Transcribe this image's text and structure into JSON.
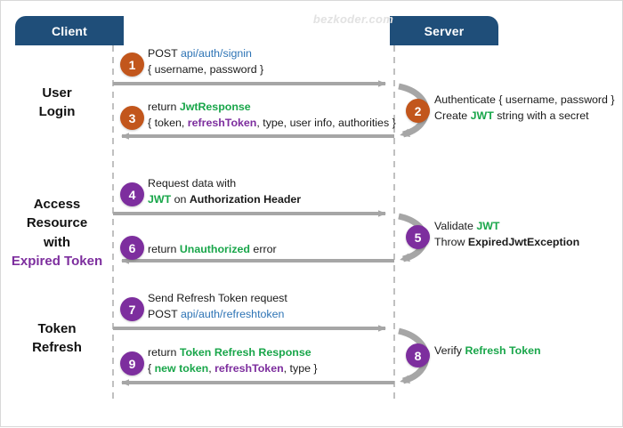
{
  "watermark": "bezkoder.com",
  "colors": {
    "header_bg": "#1F4E79",
    "orange_badge": "#C2561C",
    "purple_badge": "#7D2E9E",
    "green_text": "#19A64A",
    "purple_text": "#7D2E9E",
    "link_blue": "#2E74B5",
    "arrow_gray": "#A6A6A6"
  },
  "lifelines": {
    "client": {
      "label": "Client"
    },
    "server": {
      "label": "Server"
    }
  },
  "phases": [
    {
      "id": "user-login",
      "line1": "User",
      "line2": "Login",
      "line3": "",
      "line4": ""
    },
    {
      "id": "access-resource",
      "line1": "Access",
      "line2": "Resource",
      "line3": "with",
      "line4": "Expired Token"
    },
    {
      "id": "token-refresh",
      "line1": "Token",
      "line2": "Refresh",
      "line3": "",
      "line4": ""
    }
  ],
  "steps": [
    {
      "number": "1",
      "color": "orange",
      "side": "client",
      "line1": {
        "a": "POST ",
        "b": "api/auth/signin",
        "b_style": "link"
      },
      "line2": {
        "a": "{ username, password }"
      }
    },
    {
      "number": "2",
      "color": "orange",
      "side": "server",
      "line1": {
        "a": "Authenticate { username, password }"
      },
      "line2": {
        "a": "Create ",
        "b": "JWT",
        "b_style": "green",
        "c": " string with a secret"
      }
    },
    {
      "number": "3",
      "color": "orange",
      "side": "client",
      "line1": {
        "a": "return ",
        "b": "JwtResponse",
        "b_style": "green"
      },
      "line2": {
        "a": "{ token, ",
        "b": "refreshToken",
        "b_style": "purple",
        "c": ", type, user info, authorities }"
      }
    },
    {
      "number": "4",
      "color": "purple",
      "side": "client",
      "line1": {
        "a": "Request data with"
      },
      "line2": {
        "a": "",
        "b": "JWT",
        "b_style": "green",
        "c": " on ",
        "d": "Authorization Header",
        "d_style": "bold"
      }
    },
    {
      "number": "5",
      "color": "purple",
      "side": "server",
      "line1": {
        "a": "Validate ",
        "b": "JWT",
        "b_style": "green"
      },
      "line2": {
        "a": "Throw ",
        "b": "ExpiredJwtException",
        "b_style": "bold"
      }
    },
    {
      "number": "6",
      "color": "purple",
      "side": "client",
      "line1": {
        "a": "return ",
        "b": "Unauthorized",
        "b_style": "green",
        "c": " error"
      },
      "line2": {
        "a": ""
      }
    },
    {
      "number": "7",
      "color": "purple",
      "side": "client",
      "line1": {
        "a": "Send Refresh Token request"
      },
      "line2": {
        "a": "POST ",
        "b": "api/auth/refreshtoken",
        "b_style": "link"
      }
    },
    {
      "number": "8",
      "color": "purple",
      "side": "server",
      "line1": {
        "a": "Verify ",
        "b": "Refresh Token",
        "b_style": "green"
      },
      "line2": {
        "a": ""
      }
    },
    {
      "number": "9",
      "color": "purple",
      "side": "client",
      "line1": {
        "a": "return ",
        "b": "Token Refresh Response",
        "b_style": "green"
      },
      "line2": {
        "a": "{ ",
        "b": "new token",
        "b_style": "green",
        "c": ", ",
        "d": "refreshToken",
        "d_style": "purple",
        "e": ", type }"
      }
    }
  ]
}
